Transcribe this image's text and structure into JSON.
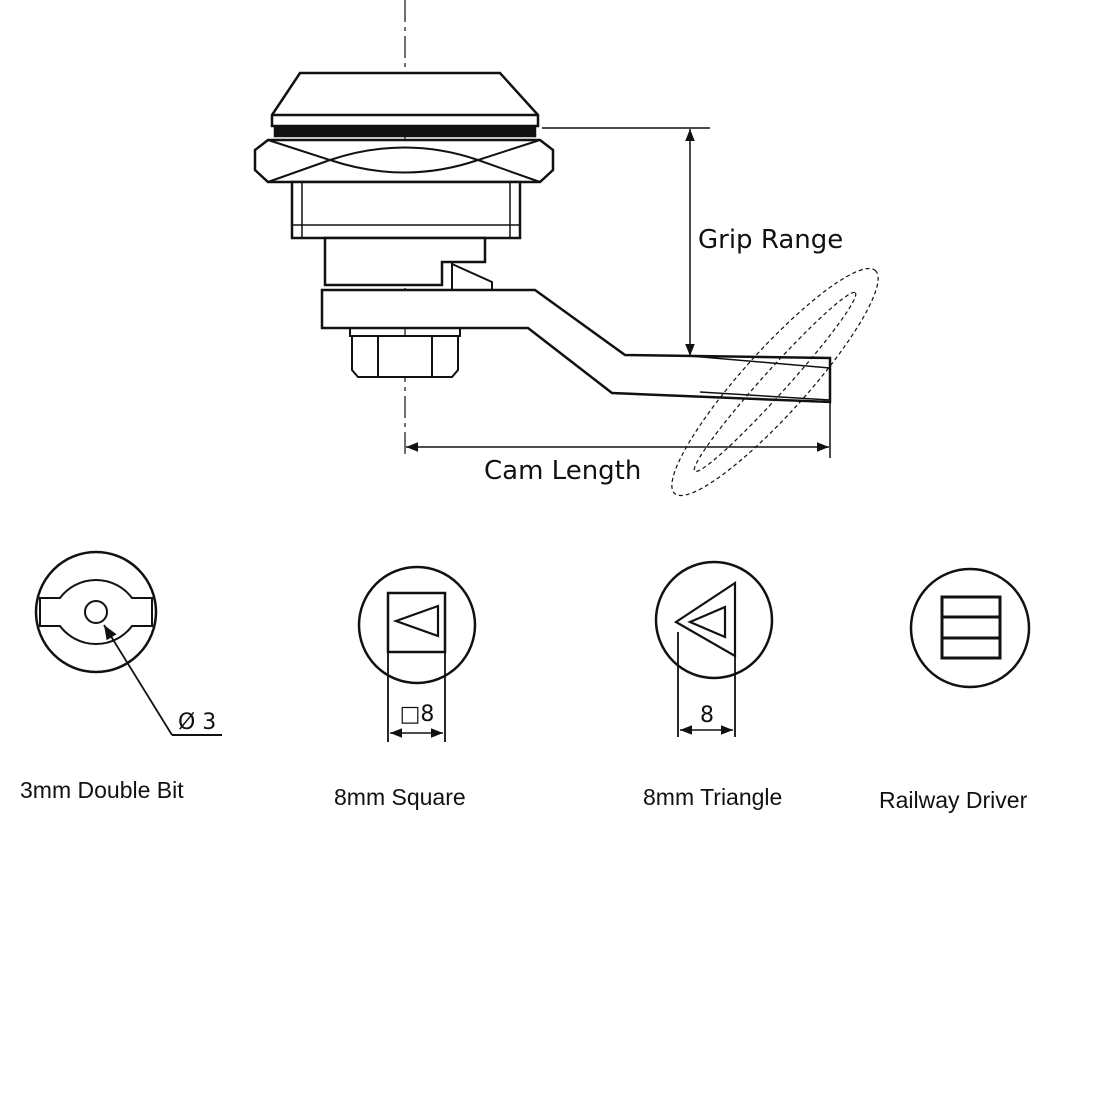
{
  "main_drawing": {
    "grip_range_label": "Grip Range",
    "cam_length_label": "Cam Length"
  },
  "key_types": [
    {
      "name": "3mm Double Bit",
      "dimension": "Ø 3"
    },
    {
      "name": "8mm Square",
      "dimension": "□8"
    },
    {
      "name": "8mm Triangle",
      "dimension": "8"
    },
    {
      "name": "Railway Driver"
    }
  ],
  "colors": {
    "line": "#111111",
    "background": "#ffffff"
  }
}
